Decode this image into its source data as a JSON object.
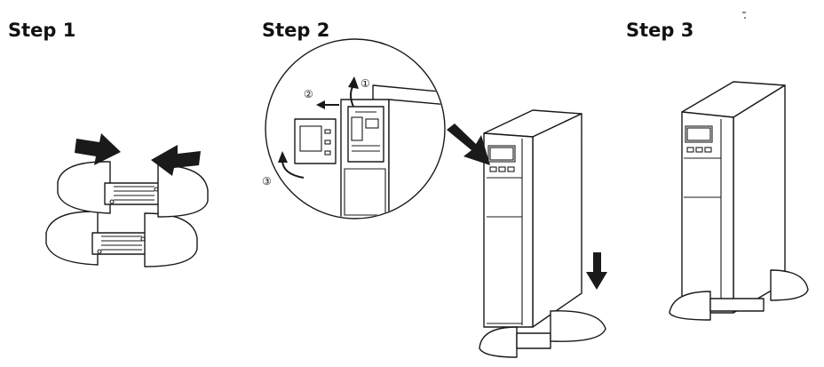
{
  "steps": [
    {
      "title": "Step 1"
    },
    {
      "title": "Step 2",
      "callouts": [
        "①",
        "②",
        "③"
      ]
    },
    {
      "title": "Step 3"
    }
  ]
}
